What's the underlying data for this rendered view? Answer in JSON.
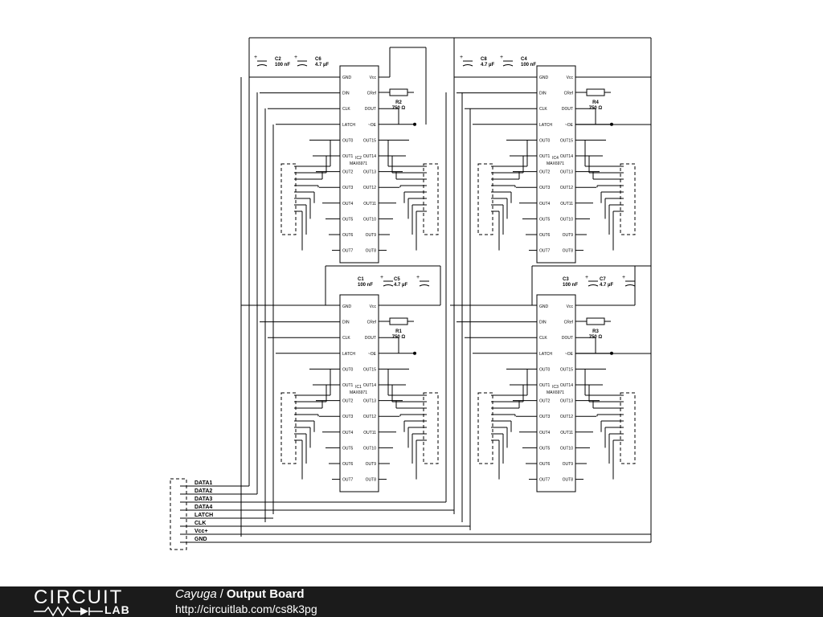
{
  "chips": [
    {
      "ref": "IC2",
      "part": "MAX6971"
    },
    {
      "ref": "IC4",
      "part": "MAX6971"
    },
    {
      "ref": "IC1",
      "part": "MAX6971"
    },
    {
      "ref": "IC3",
      "part": "MAX6971"
    }
  ],
  "pins_left": [
    "GND",
    "DIN",
    "CLK",
    "LATCH",
    "OUT0",
    "OUT1",
    "OUT2",
    "OUT3",
    "OUT4",
    "OUT5",
    "OUT6",
    "OUT7"
  ],
  "pins_right": [
    "Vcc",
    "CRef",
    "DOUT",
    "~OE",
    "OUT15",
    "OUT14",
    "OUT13",
    "OUT12",
    "OUT11",
    "OUT10",
    "OUT9",
    "OUT8"
  ],
  "resistors": [
    {
      "ref": "R2",
      "value": "750 Ω"
    },
    {
      "ref": "R4",
      "value": "750 Ω"
    },
    {
      "ref": "R1",
      "value": "750 Ω"
    },
    {
      "ref": "R3",
      "value": "750 Ω"
    }
  ],
  "capacitors": [
    {
      "ref": "C2",
      "value": "100 nF"
    },
    {
      "ref": "C6",
      "value": "4.7 µF"
    },
    {
      "ref": "C8",
      "value": "4.7 µF"
    },
    {
      "ref": "C4",
      "value": "100 nF"
    },
    {
      "ref": "C1",
      "value": "100 nF"
    },
    {
      "ref": "C5",
      "value": "4.7 µF"
    },
    {
      "ref": "C3",
      "value": "100 nF"
    },
    {
      "ref": "C7",
      "value": "4.7 µF"
    }
  ],
  "connector_labels": [
    "DATA1",
    "DATA2",
    "DATA3",
    "DATA4",
    "LATCH",
    "CLK",
    "Vcc+",
    "GND"
  ],
  "footer": {
    "brand_top": "CIRCUIT",
    "brand_bottom": "LAB",
    "project": "Cayuga",
    "separator": "/",
    "board": "Output Board",
    "url": "http://circuitlab.com/cs8k3pg"
  }
}
